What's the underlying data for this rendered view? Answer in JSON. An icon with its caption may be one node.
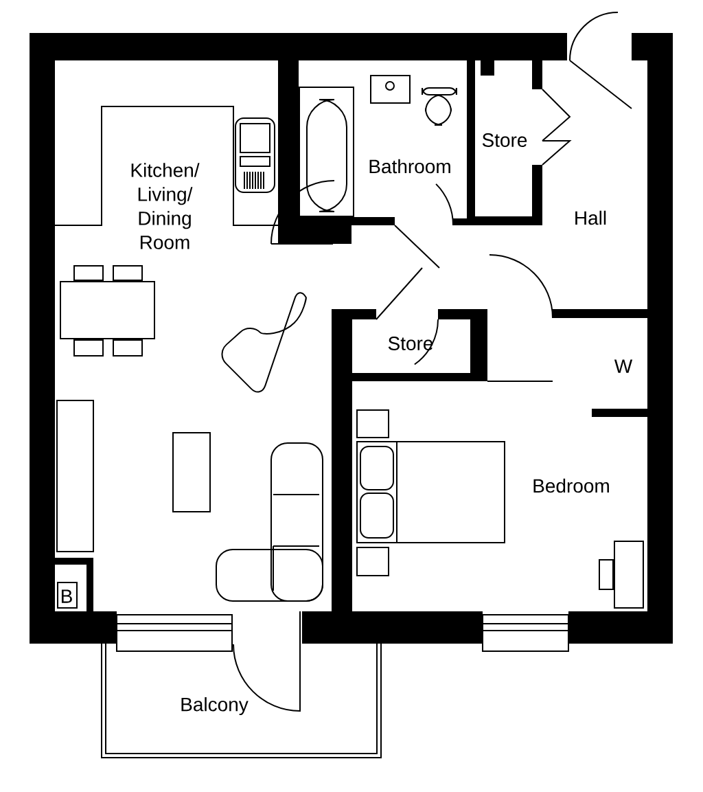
{
  "diagram": {
    "labels": [
      "Kitchen/ Living/ Dining Room",
      "Bathroom",
      "Store",
      "Hall",
      "Store",
      "W",
      "Bedroom",
      "B",
      "Balcony"
    ]
  }
}
